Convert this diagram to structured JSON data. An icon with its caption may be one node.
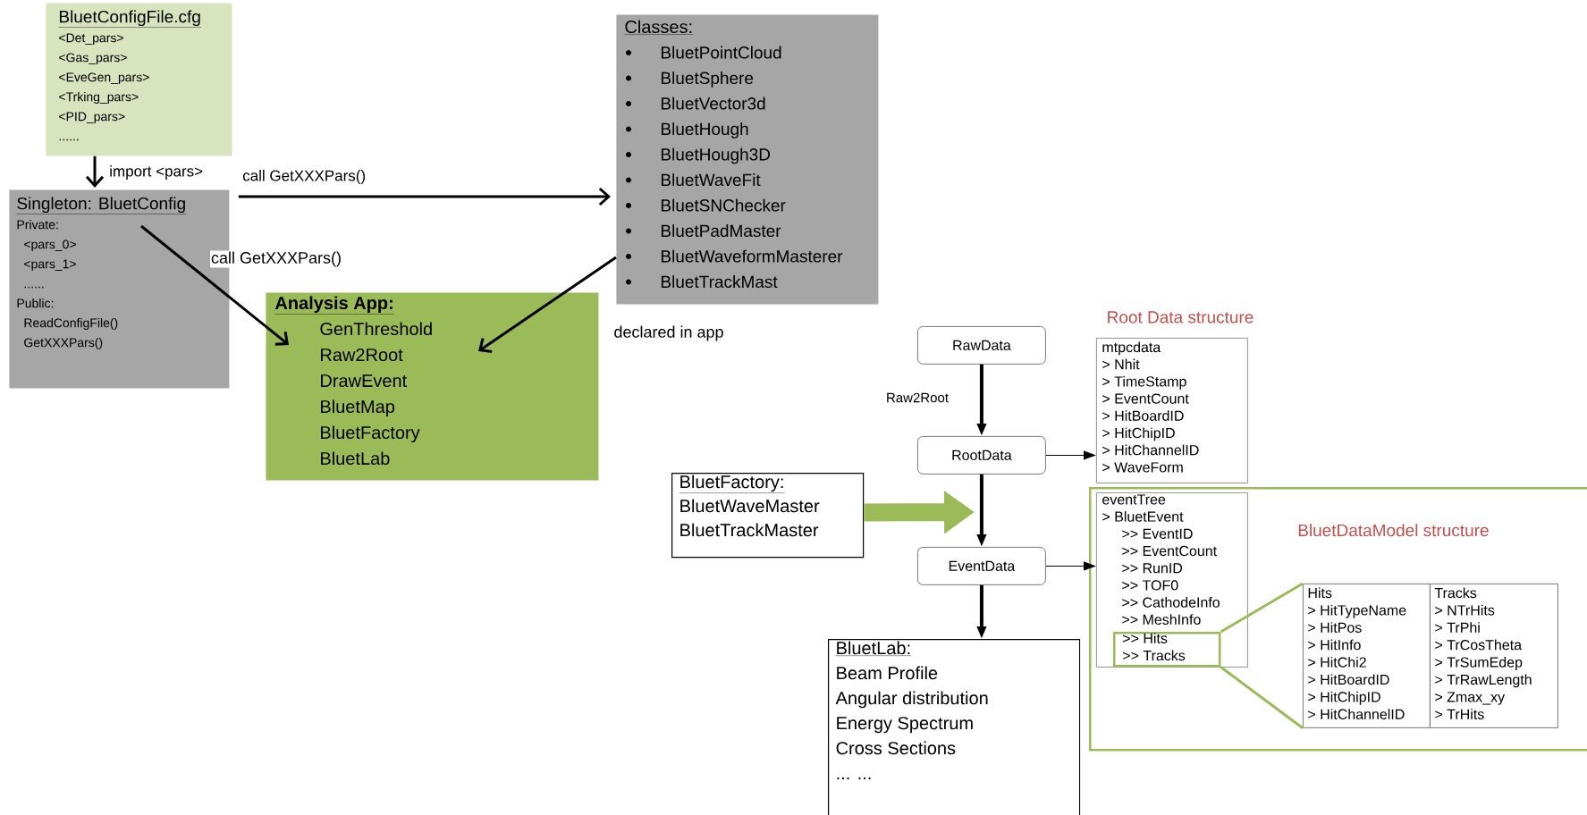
{
  "diagram": {
    "nodes": [
      {
        "text": [
          "BluetConfigFile.cfg",
          "<Det_pars>",
          "<Gas_pars>",
          "<EveGen_pars>",
          "<Trking_pars>",
          "<PID_pars>",
          "......"
        ]
      },
      {
        "text": [
          "Singleton: BluetConfig",
          "Private:",
          "<pars_0>",
          "<pars_1>",
          "......",
          "Public:",
          "ReadConfigFile()",
          "GetXXXPars()"
        ]
      },
      {
        "text": [
          "Classes:",
          "BluetPointCloud",
          "BluetSphere",
          "BluetVector3d",
          "BluetHough",
          "BluetHough3D",
          "BluetWaveFit",
          "BluetSNChecker",
          "BluetPadMaster",
          "BluetWaveformMasterer",
          "BluetTrackMast"
        ]
      },
      {
        "text": [
          "Analysis App:",
          "GenThreshold",
          "Raw2Root",
          "DrawEvent",
          "BluetMap",
          "BluetFactory",
          "BluetLab"
        ]
      },
      {
        "text": [
          "RawData"
        ]
      },
      {
        "text": [
          "RootData"
        ]
      },
      {
        "text": [
          "EventData"
        ]
      },
      {
        "text": [
          "mtpcdata",
          "> Nhit",
          "> TimeStamp",
          "> EventCount",
          "> HitBoardID",
          "> HitChipID",
          "> HitChannelID",
          "> WaveForm"
        ],
        "beside": [
          "Root Data structure"
        ]
      },
      {
        "text": [
          "BluetDataModel structure"
        ]
      },
      {
        "text": [
          "eventTree",
          "> BluetEvent",
          ">> EventID",
          ">> EventCount",
          ">> RunID",
          ">> TOF0",
          ">> CathodeInfo",
          ">> MeshInfo"
        ],
        "in": 8
      },
      {
        "text": [
          ">> Hits",
          ">> Tracks"
        ],
        "in": 9
      },
      {
        "text": [
          "Hits",
          "> HitTypeName",
          "> HitPos",
          "> HitInfo",
          "> HitChi2",
          "> HitBoardID",
          "> HitChipID",
          "> HitChannelID"
        ],
        "in": 8
      },
      {
        "text": [
          "Tracks",
          "> NTrHits",
          "> TrPhi",
          "> TrCosTheta",
          "> TrSumEdep",
          "> TrRawLength",
          "> Zmax_xy",
          "> TrHits"
        ],
        "in": 8
      },
      {
        "text": [
          "BluetFactory:",
          "BluetWaveMaster",
          "BluetTrackMaster"
        ]
      },
      {
        "text": [
          "BluetLab:",
          "Beam Profile",
          "Angular distribution",
          "Energy Spectrum",
          "Cross Sections",
          "... ..."
        ]
      }
    ],
    "edges": [
      {
        "from": 0,
        "to": 1,
        "arrow": "to",
        "label": "import <pars>"
      },
      {
        "from": 1,
        "to": 2,
        "arrow": "to",
        "label": "call GetXXXPars()"
      },
      {
        "from": 1,
        "to": 3,
        "arrow": "to",
        "label": "call GetXXXPars()"
      },
      {
        "from": 2,
        "to": 3,
        "arrow": "to",
        "label": "declared in app"
      },
      {
        "from": 4,
        "to": 5,
        "arrow": "to",
        "label": "Raw2Root"
      },
      {
        "from": 5,
        "to": 6,
        "arrow": "to"
      },
      {
        "from": 6,
        "to": 14,
        "arrow": "to"
      },
      {
        "from": 5,
        "to": 7,
        "arrow": "to"
      },
      {
        "from": 6,
        "to": 9,
        "arrow": "to"
      },
      {
        "from": 13,
        "to": null,
        "arrow": "to",
        "style": "thick",
        "color": "#9bbb59"
      },
      {
        "from": 10,
        "to": 11,
        "arrow": "none",
        "color": "#9bbb59"
      },
      {
        "from": 10,
        "to": 11,
        "arrow": "none",
        "color": "#9bbb59"
      }
    ]
  }
}
